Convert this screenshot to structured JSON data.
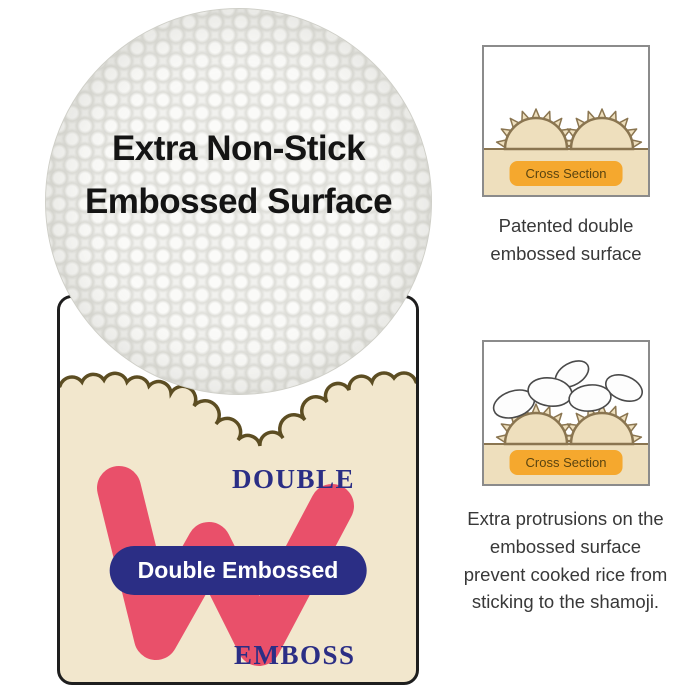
{
  "headline": "Extra Non-Stick Embossed Surface",
  "diagram": {
    "label_top": "DOUBLE",
    "label_bottom": "EMBOSS",
    "badge": "Double Embossed"
  },
  "panel_top": {
    "tag": "Cross Section",
    "caption": "Patented double embossed surface"
  },
  "panel_bottom": {
    "tag": "Cross Section",
    "caption": "Extra protrusions on the embossed surface prevent cooked rice from sticking to the shamoji."
  },
  "colors": {
    "cream": "#f2e7cd",
    "pink_w": "#e9506a",
    "navy": "#2b2e85",
    "orange_tag": "#f5a82e",
    "edge_brown": "#5c4d22",
    "dome_tan": "#eedfbd",
    "dome_outline": "#8a7550"
  }
}
